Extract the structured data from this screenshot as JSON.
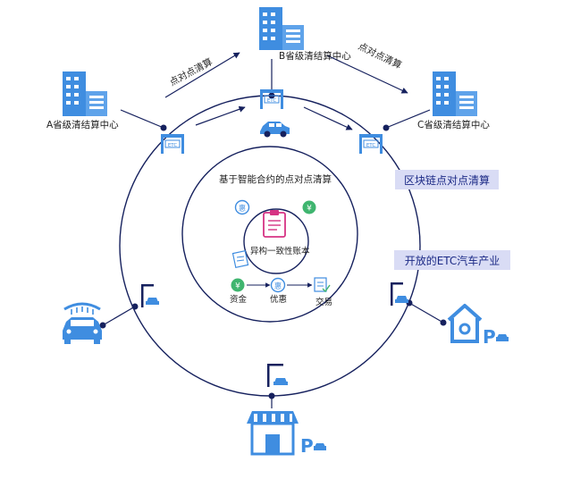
{
  "labels": {
    "center_a": "A省级清结算中心",
    "center_b": "B省级清结算中心",
    "center_c": "C省级清结算中心",
    "settle_left": "点对点清算",
    "settle_right": "点对点清算",
    "inner_title": "基于智能合约的点对点清算",
    "ledger": "异构一致性账本",
    "flow_funds": "资金",
    "flow_discount": "优惠",
    "flow_trade": "交易",
    "etc_text": "ETC",
    "coin_yuan": "¥",
    "coin_hui": "惠",
    "tag_blockchain": "区块链点对点清算",
    "tag_industry": "开放的ETC汽车产业",
    "parking_p": "P"
  },
  "colors": {
    "primary_blue": "#3f8de0",
    "dark_navy": "#16215e",
    "green": "#3fb56f",
    "magenta": "#d63384",
    "tag_bg": "#d9dcf5",
    "tag_text": "#1c2a86"
  },
  "icons": [
    "building-icon",
    "etc-gantry-icon",
    "car-icon",
    "ledger-clipboard-icon",
    "yuan-coin-icon",
    "discount-coin-icon",
    "transaction-doc-icon",
    "car-wash-icon",
    "smart-home-parking-icon",
    "parking-sign-icon",
    "store-parking-icon"
  ]
}
